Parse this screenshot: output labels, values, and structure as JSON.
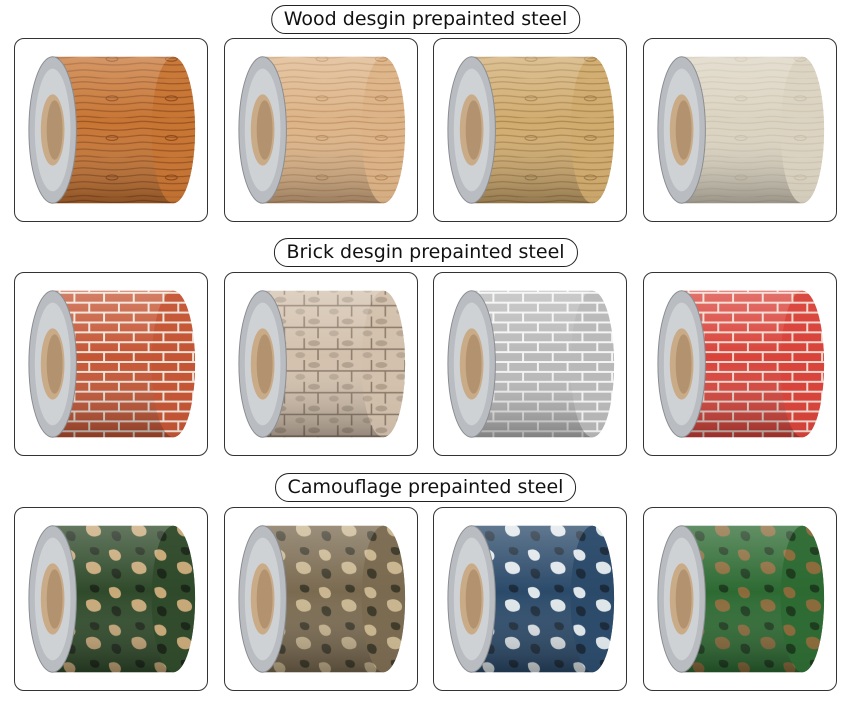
{
  "sections": [
    {
      "title": "Wood desgin prepainted steel",
      "items": [
        {
          "pattern": "wood",
          "colors": [
            "#c77533",
            "#8a4418"
          ]
        },
        {
          "pattern": "wood",
          "colors": [
            "#ddb488",
            "#b98a5a"
          ]
        },
        {
          "pattern": "wood",
          "colors": [
            "#d1ac6f",
            "#9e7a45"
          ]
        },
        {
          "pattern": "wood",
          "colors": [
            "#dcd4c2",
            "#c9bfaa"
          ]
        }
      ]
    },
    {
      "title": "Brick desgin prepainted steel",
      "items": [
        {
          "pattern": "brick",
          "colors": [
            "#c55534",
            "#efe3d8"
          ]
        },
        {
          "pattern": "stone",
          "colors": [
            "#d3c1ad",
            "#8a7867"
          ]
        },
        {
          "pattern": "brick",
          "colors": [
            "#b9b9b9",
            "#f4f4f4"
          ]
        },
        {
          "pattern": "brick",
          "colors": [
            "#d9433a",
            "#f0d8cf"
          ]
        }
      ]
    },
    {
      "title": "Camouflage prepainted steel",
      "items": [
        {
          "pattern": "camo",
          "colors": [
            "#2f4a2a",
            "#c7a878",
            "#1a2617"
          ]
        },
        {
          "pattern": "camo",
          "colors": [
            "#7a6a50",
            "#c9b690",
            "#3e3a2a"
          ]
        },
        {
          "pattern": "camo",
          "colors": [
            "#2b4a6a",
            "#dfe6ea",
            "#1a2a3a"
          ]
        },
        {
          "pattern": "camo",
          "colors": [
            "#2d6a32",
            "#8a6a3a",
            "#1b3b1c"
          ]
        }
      ]
    }
  ]
}
